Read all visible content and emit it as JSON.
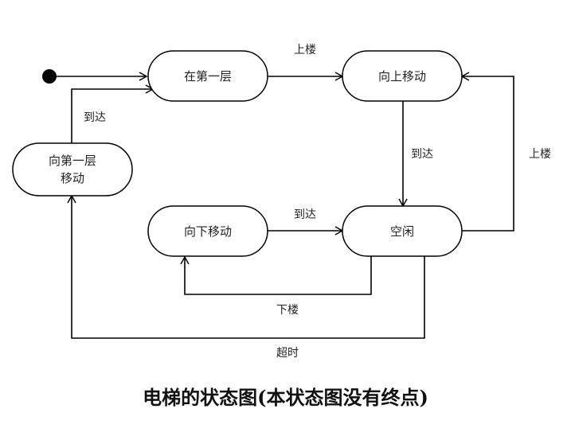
{
  "diagram": {
    "states": {
      "first_floor": "在第一层",
      "moving_up": "向上移动",
      "moving_to_first_line1": "向第一层",
      "moving_to_first_line2": "移动",
      "moving_down": "向下移动",
      "idle": "空闲"
    },
    "transitions": {
      "up_top": "上楼",
      "arrive_right": "到达",
      "up_right": "上楼",
      "arrive_left": "到达",
      "arrive_bottom": "到达",
      "down": "下楼",
      "timeout": "超时"
    }
  },
  "caption": "电梯的状态图(本状态图没有终点)",
  "colors": {
    "line": "#000000",
    "text": "#222222",
    "background": "#ffffff"
  }
}
